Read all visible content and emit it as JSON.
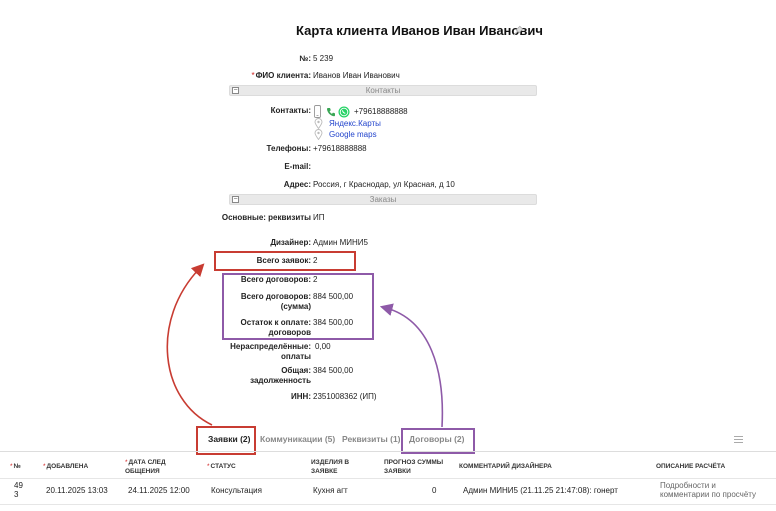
{
  "page": {
    "title": "Карта клиента Иванов Иван Иванович"
  },
  "fields": {
    "number": {
      "label": "№:",
      "value": "5 239"
    },
    "fio": {
      "label": "ФИО клиента:",
      "value": "Иванов Иван Иванович"
    },
    "contacts": {
      "label": "Контакты:",
      "phone": "+79618888888",
      "yandex": "Яндекс.Карты",
      "google": "Google maps"
    },
    "phones": {
      "label": "Телефоны:",
      "value": "+79618888888"
    },
    "email": {
      "label": "E-mail:",
      "value": ""
    },
    "address": {
      "label": "Адрес:",
      "value": "Россия, г Краснодар, ул Красная, д 10"
    },
    "requisites": {
      "label": "Основные: реквизиты",
      "value": "ИП"
    },
    "designer": {
      "label": "Дизайнер:",
      "value": "Админ МИНИ5"
    },
    "total_requests": {
      "label": "Всего заявок:",
      "value": "2"
    },
    "total_contracts": {
      "label": "Всего договоров:",
      "value": "2"
    },
    "total_contracts_sum": {
      "label": "Всего договоров: (сумма)",
      "value": "884 500,00"
    },
    "balance_due": {
      "label": "Остаток к оплате: договоров",
      "value": "384 500,00"
    },
    "unallocated": {
      "label": "Нераспределённые: оплаты",
      "value": "0,00"
    },
    "total_debt": {
      "label": "Общая: задолженность",
      "value": "384 500,00"
    },
    "inn": {
      "label": "ИНН:",
      "value": "2351008362 (ИП)"
    }
  },
  "sections": {
    "contacts": "Контакты",
    "orders": "Заказы"
  },
  "tabs": [
    {
      "label": "Заявки (2)"
    },
    {
      "label": "Коммуникации (5)"
    },
    {
      "label": "Реквизиты (1)"
    },
    {
      "label": "Договоры (2)"
    }
  ],
  "table": {
    "headers": {
      "num": "№",
      "added": "ДОБАВЛЕНА",
      "next_date_1": "ДАТА СЛЕД",
      "next_date_2": "ОБЩЕНИЯ",
      "status": "СТАТУС",
      "items_1": "ИЗДЕЛИЯ В",
      "items_2": "ЗАЯВКЕ",
      "forecast_1": "ПРОГНОЗ СУММЫ",
      "forecast_2": "ЗАЯВКИ",
      "designer_comment": "КОММЕНТАРИЙ ДИЗАЙНЕРА",
      "calc_desc": "ОПИСАНИЕ РАСЧЁТА"
    },
    "row": {
      "num_1": "49",
      "num_2": "3",
      "added": "20.11.2025 13:03",
      "next_date": "24.11.2025 12:00",
      "status": "Консультация",
      "items": "Кухня агт",
      "forecast": "0",
      "designer_comment": "Админ МИНИ5 (21.11.25 21:47:08): гонерт",
      "calc_desc_1": "Подробности и",
      "calc_desc_2": "комментарии по просчёту"
    }
  },
  "colors": {
    "annotation_red": "#c83c32",
    "annotation_purple": "#8e5aa8",
    "link": "#2244cc",
    "whatsapp": "#25d366"
  }
}
